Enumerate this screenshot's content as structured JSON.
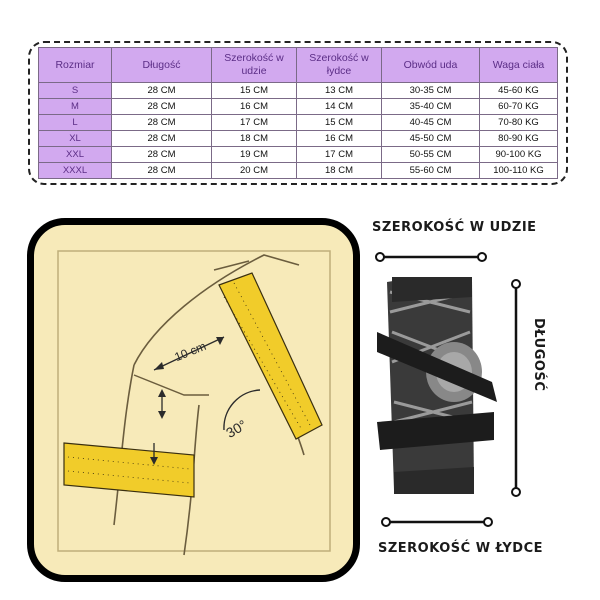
{
  "table": {
    "headers": [
      "Rozmiar",
      "Długość",
      "Szerokość w udzie",
      "Szerokość w łydce",
      "Obwód uda",
      "Waga ciała"
    ],
    "rows": [
      [
        "S",
        "28 CM",
        "15 CM",
        "13 CM",
        "30-35 CM",
        "45-60 KG"
      ],
      [
        "M",
        "28 CM",
        "16 CM",
        "14 CM",
        "35-40 CM",
        "60-70 KG"
      ],
      [
        "L",
        "28 CM",
        "17 CM",
        "15 CM",
        "40-45 CM",
        "70-80 KG"
      ],
      [
        "XL",
        "28 CM",
        "18 CM",
        "16 CM",
        "45-50 CM",
        "80-90 KG"
      ],
      [
        "XXL",
        "28 CM",
        "19 CM",
        "17 CM",
        "50-55 CM",
        "90-100 KG"
      ],
      [
        "XXXL",
        "28 CM",
        "20 CM",
        "18 CM",
        "55-60 CM",
        "100-110 KG"
      ]
    ]
  },
  "illustration": {
    "distance_label": "10 cm",
    "angle_label": "30°"
  },
  "labels": {
    "thigh_width": "SZEROKOŚĆ W UDZIE",
    "calf_width": "SZEROKOŚĆ W ŁYDCE",
    "length": "DŁUGOŚĆ"
  },
  "colors": {
    "header_bg": "#d2a9ef",
    "header_text": "#5b2d86",
    "panel_bg": "#f7eab9",
    "tape_yellow": "#f1cc2a"
  }
}
